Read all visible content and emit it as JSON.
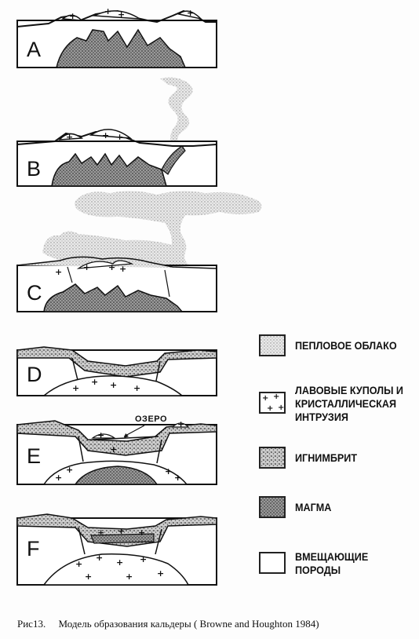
{
  "panels": [
    {
      "letter": "A"
    },
    {
      "letter": "B"
    },
    {
      "letter": "C"
    },
    {
      "letter": "D"
    },
    {
      "letter": "E"
    },
    {
      "letter": "F"
    }
  ],
  "lake_label": "ОЗЕРО",
  "legend": [
    {
      "label": "ПЕПЛОВОЕ ОБЛАКО",
      "pattern": "ash"
    },
    {
      "label": "ЛАВОВЫЕ КУПОЛЫ И\nКРИСТАЛЛИЧЕСКАЯ\nИНТРУЗИЯ",
      "pattern": "plus"
    },
    {
      "label": "ИГНИМБРИТ",
      "pattern": "ignimbrite"
    },
    {
      "label": "МАГМА",
      "pattern": "magma"
    },
    {
      "label": "ВМЕЩАЮЩИЕ\nПОРОДЫ",
      "pattern": "host"
    }
  ],
  "caption": "Рис13.     Модель образования кальдеры ( Browne and Houghton 1984)",
  "colors": {
    "ink": "#111111",
    "paper": "#fdfdfd"
  }
}
